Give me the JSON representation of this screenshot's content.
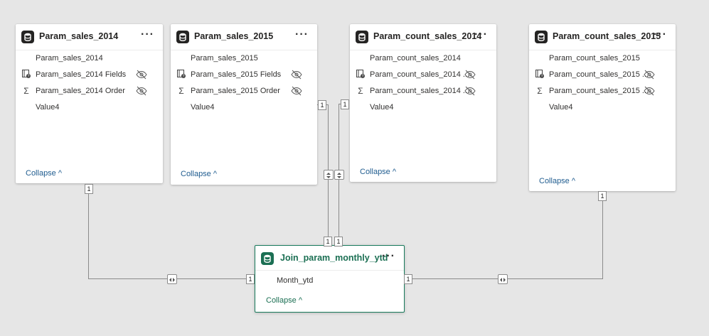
{
  "tables": [
    {
      "title": "Param_sales_2014",
      "rows": [
        {
          "icon": "",
          "text": "Param_sales_2014",
          "hidden": false
        },
        {
          "icon": "field-parameter-icon",
          "text": "Param_sales_2014 Fields",
          "hidden": true
        },
        {
          "icon": "sigma-icon",
          "text": "Param_sales_2014 Order",
          "hidden": true
        },
        {
          "icon": "",
          "text": "Value4",
          "hidden": false
        }
      ],
      "collapse_label": "Collapse"
    },
    {
      "title": "Param_sales_2015",
      "rows": [
        {
          "icon": "",
          "text": "Param_sales_2015",
          "hidden": false
        },
        {
          "icon": "field-parameter-icon",
          "text": "Param_sales_2015 Fields",
          "hidden": true
        },
        {
          "icon": "sigma-icon",
          "text": "Param_sales_2015 Order",
          "hidden": true
        },
        {
          "icon": "",
          "text": "Value4",
          "hidden": false
        }
      ],
      "collapse_label": "Collapse"
    },
    {
      "title": "Param_count_sales_2014",
      "rows": [
        {
          "icon": "",
          "text": "Param_count_sales_2014",
          "hidden": false
        },
        {
          "icon": "field-parameter-icon",
          "text": "Param_count_sales_2014 ...",
          "hidden": true
        },
        {
          "icon": "sigma-icon",
          "text": "Param_count_sales_2014 ...",
          "hidden": true
        },
        {
          "icon": "",
          "text": "Value4",
          "hidden": false
        }
      ],
      "collapse_label": "Collapse"
    },
    {
      "title": "Param_count_sales_2015",
      "rows": [
        {
          "icon": "",
          "text": "Param_count_sales_2015",
          "hidden": false
        },
        {
          "icon": "field-parameter-icon",
          "text": "Param_count_sales_2015 ...",
          "hidden": true
        },
        {
          "icon": "sigma-icon",
          "text": "Param_count_sales_2015 ...",
          "hidden": true
        },
        {
          "icon": "",
          "text": "Value4",
          "hidden": false
        }
      ],
      "collapse_label": "Collapse"
    }
  ],
  "join_table": {
    "title": "Join_param_monthly_ytd",
    "rows": [
      {
        "text": "Month_ytd"
      }
    ],
    "collapse_label": "Collapse"
  },
  "cardinality_label": "1",
  "more_label": "···",
  "colors": {
    "canvas": "#e6e6e6",
    "join_accent": "#177a5b",
    "link": "#1f5c8f",
    "line": "#8a8a8a"
  }
}
